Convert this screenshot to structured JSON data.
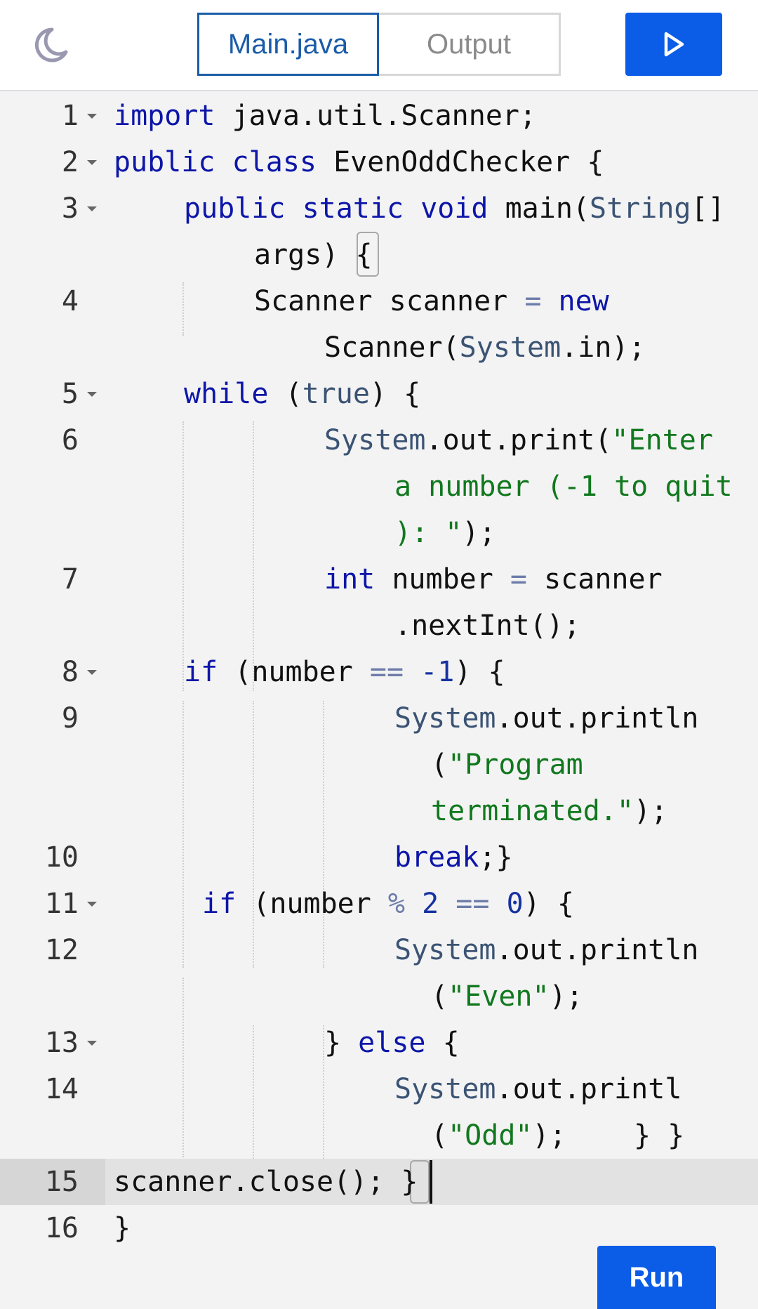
{
  "header": {
    "tabs": [
      {
        "label": "Main.java",
        "active": true
      },
      {
        "label": "Output",
        "active": false
      }
    ],
    "theme_icon": "moon-icon",
    "run_icon": "play-icon",
    "accent_color": "#0b5ce6"
  },
  "editor": {
    "line_numbers": [
      "1",
      "2",
      "3",
      "4",
      "5",
      "6",
      "7",
      "8",
      "9",
      "10",
      "11",
      "12",
      "13",
      "14",
      "15",
      "16"
    ],
    "active_line": "15",
    "code": {
      "l1": {
        "kw": "import",
        "rest": " java.util.Scanner;"
      },
      "l2": {
        "kw1": "public",
        "kw2": "class",
        "rest": " EvenOddChecker {"
      },
      "l3": {
        "kw1": "public",
        "kw2": "static",
        "kw3": "void",
        "a": " main(",
        "ty": "String",
        "b": "[]"
      },
      "l3w": {
        "a": "args) ",
        "b": "{"
      },
      "l4": {
        "a": "Scanner scanner ",
        "op": "=",
        "sp": " ",
        "kw": "new"
      },
      "l4w": {
        "a": "Scanner(",
        "ty": "System",
        "b": ".in);"
      },
      "l5": {
        "kw": "while",
        "a": " (",
        "ty": "true",
        "b": ") {"
      },
      "l6": {
        "ty": "System",
        "a": ".out.print(",
        "st": "\"Enter"
      },
      "l6w1": {
        "st": "a number (-1 to quit"
      },
      "l6w2": {
        "st": "): \"",
        "a": ");"
      },
      "l7": {
        "kw": "int",
        "a": " number ",
        "op": "=",
        "b": " scanner"
      },
      "l7w": {
        "a": ".nextInt();"
      },
      "l8": {
        "kw": "if",
        "a": " (number ",
        "op": "==",
        "sp": " ",
        "nu": "-1",
        "b": ") {"
      },
      "l9": {
        "ty": "System",
        "a": ".out.println"
      },
      "l9w1": {
        "a": "(",
        "st": "\"Program"
      },
      "l9w2": {
        "st": "terminated.\"",
        "a": ");"
      },
      "l10": {
        "kw": "break",
        "a": ";}"
      },
      "l11": {
        "kw": "if",
        "a": " (number ",
        "op1": "%",
        "sp1": " ",
        "nu1": "2",
        "sp2": " ",
        "op2": "==",
        "sp3": " ",
        "nu2": "0",
        "b": ") {"
      },
      "l12": {
        "ty": "System",
        "a": ".out.println"
      },
      "l12w": {
        "a": "(",
        "st": "\"Even\"",
        "b": ");"
      },
      "l13": {
        "a": "} ",
        "kw": "else",
        "b": " {"
      },
      "l14": {
        "ty": "System",
        "a": ".out.printl"
      },
      "l14w": {
        "a": "(",
        "st": "\"Odd\"",
        "b": ");    } }"
      },
      "l15": {
        "a": "scanner.close(); ",
        "b": "}"
      },
      "l16": {
        "a": "}"
      }
    }
  },
  "footer": {
    "run_label": "Run"
  }
}
